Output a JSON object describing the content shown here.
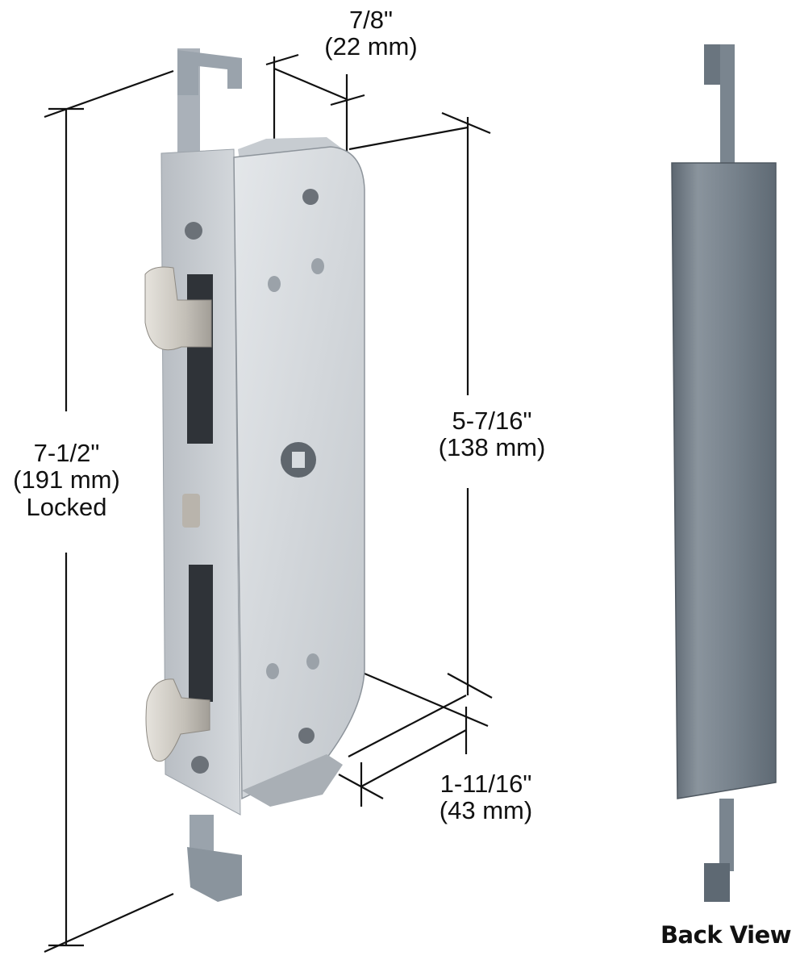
{
  "diagram": {
    "subject": "Mortise lock body with hook bolts",
    "colors": {
      "background": "#ffffff",
      "dimension_line": "#111111",
      "metal_light": "#d9dde2",
      "metal_mid": "#b7bcc3",
      "metal_dark": "#7d848c",
      "hook": "#c9c5be",
      "back_plate": "#6f7a84"
    },
    "dimensions": {
      "width_top": {
        "imperial": "7/8\"",
        "metric": "(22 mm)"
      },
      "overall_height": {
        "imperial": "7-1/2\"",
        "metric": "(191 mm)",
        "note": "Locked"
      },
      "body_height": {
        "imperial": "5-7/16\"",
        "metric": "(138 mm)"
      },
      "depth": {
        "imperial": "1-11/16\"",
        "metric": "(43 mm)"
      }
    },
    "views": {
      "back_view_label": "Back View"
    }
  }
}
